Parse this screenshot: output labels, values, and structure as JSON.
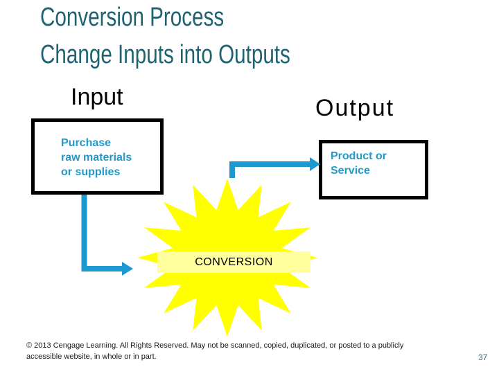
{
  "slide": {
    "title_line1": "Conversion Process",
    "title_line2": "Change Inputs into Outputs",
    "input_label": "Input",
    "output_label": "Output",
    "input_box_text": "Purchase\nraw materials\nor supplies",
    "output_box_text": "Product or\nService",
    "conversion_label": "CONVERSION",
    "footer": "© 2013 Cengage Learning.  All Rights Reserved.  May not be scanned, copied, duplicated, or posted to a publicly\naccessible website, in whole or in part.",
    "page_number": "37",
    "colors": {
      "title_teal": "#1f6373",
      "box_text_teal": "#2498c6",
      "arrow_blue": "#1b9ad2",
      "star_yellow": "#ffff00",
      "band_yellow": "#ffff9e",
      "border_black": "#000000"
    }
  }
}
